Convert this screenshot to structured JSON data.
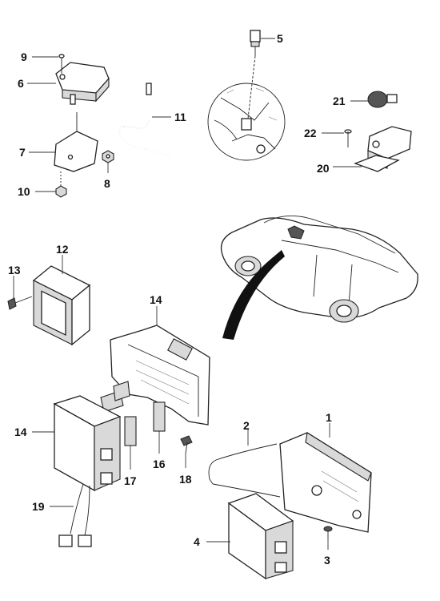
{
  "callouts": {
    "c1": "1",
    "c2": "2",
    "c3": "3",
    "c4": "4",
    "c5": "5",
    "c6": "6",
    "c7": "7",
    "c8": "8",
    "c9": "9",
    "c10": "10",
    "c11": "11",
    "c12": "12",
    "c13": "13",
    "c14a": "14",
    "c14b": "14",
    "c16": "16",
    "c17": "17",
    "c18": "18",
    "c19": "19",
    "c20": "20",
    "c21": "21",
    "c22": "22"
  },
  "colors": {
    "line": "#222222",
    "shade": "#d9d9d9",
    "background": "#ffffff"
  }
}
